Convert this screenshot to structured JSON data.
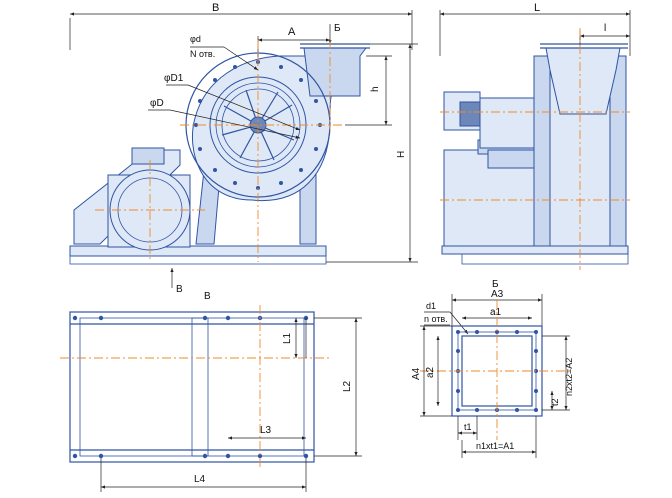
{
  "views": {
    "front": {
      "label_B_top": "B",
      "label_A": "A",
      "label_B_arrow_top": "Б",
      "label_d": "φd",
      "label_N": "N отв.",
      "label_D1": "φD1",
      "label_D": "φD",
      "label_h": "h",
      "label_H": "H",
      "label_B_arrow_bottom": "В"
    },
    "side": {
      "label_L": "L",
      "label_l": "l"
    },
    "bottom": {
      "view_label": "В",
      "label_L1": "L1",
      "label_L2": "L2",
      "label_L3": "L3",
      "label_L4": "L4"
    },
    "flange": {
      "view_label": "Б",
      "label_A3": "A3",
      "label_a1": "a1",
      "label_d1": "d1",
      "label_n_holes": "n отв.",
      "label_a2": "a2",
      "label_A4": "A4",
      "label_n2t2": "n2xt2=A2",
      "label_t2": "t2",
      "label_t1": "t1",
      "label_n1t1": "n1xt1=A1"
    }
  },
  "colors": {
    "machine": "#2f55a4",
    "centerline": "#f08a2a",
    "fill": "#c9d8ef"
  }
}
